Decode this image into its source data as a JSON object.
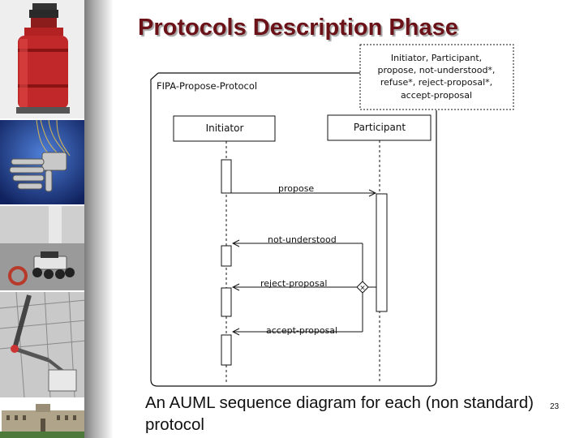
{
  "slide": {
    "title": "Protocols Description Phase",
    "caption": "An AUML sequence diagram for each (non standard) protocol",
    "page_number": "23"
  },
  "diagram": {
    "frame_label": "FIPA-Propose-Protocol",
    "template_parameters": [
      "Initiator, Participant,",
      "propose, not-understood*,",
      "refuse*, reject-proposal*,",
      "accept-proposal"
    ],
    "roles": {
      "initiator": "Initiator",
      "participant": "Participant"
    },
    "messages": {
      "propose": "propose",
      "not_understood": "not-understood",
      "reject_proposal": "reject-proposal",
      "accept_proposal": "accept-proposal"
    },
    "decision_symbol": "×"
  },
  "sidebar": {
    "images": [
      "mobile-robot",
      "robotic-hand",
      "small-rover-robot",
      "robot-arm",
      "building"
    ]
  }
}
